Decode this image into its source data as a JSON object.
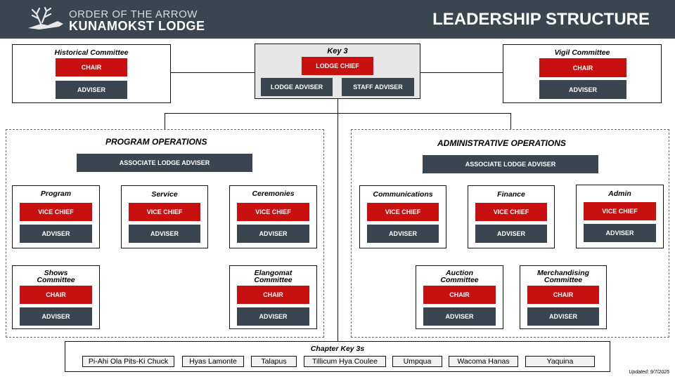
{
  "header": {
    "logo_line1": "ORDER OF THE ARROW",
    "logo_line2": "KUNAMOKST LODGE",
    "title": "LEADERSHIP STRUCTURE"
  },
  "key3": {
    "label": "Key 3",
    "chief": "LODGE CHIEF",
    "lodge_adviser": "LODGE ADVISER",
    "staff_adviser": "STAFF ADVISER"
  },
  "historical": {
    "label": "Historical Committee",
    "chair": "CHAIR",
    "adviser": "ADVISER"
  },
  "vigil": {
    "label": "Vigil Committee",
    "chair": "CHAIR",
    "adviser": "ADVISER"
  },
  "program_ops": {
    "title": "PROGRAM OPERATIONS",
    "associate": "ASSOCIATE LODGE ADVISER",
    "program": {
      "label": "Program",
      "vice_chief": "VICE CHIEF",
      "adviser": "ADVISER"
    },
    "service": {
      "label": "Service",
      "vice_chief": "VICE CHIEF",
      "adviser": "ADVISER"
    },
    "ceremonies": {
      "label": "Ceremonies",
      "vice_chief": "VICE CHIEF",
      "adviser": "ADVISER"
    },
    "shows": {
      "label_line1": "Shows",
      "label_line2": "Committee",
      "chair": "CHAIR",
      "adviser": "ADVISER"
    },
    "elangomat": {
      "label_line1": "Elangomat",
      "label_line2": "Committee",
      "chair": "CHAIR",
      "adviser": "ADVISER"
    }
  },
  "admin_ops": {
    "title": "ADMINISTRATIVE OPERATIONS",
    "associate": "ASSOCIATE LODGE ADVISER",
    "communications": {
      "label": "Communications",
      "vice_chief": "VICE CHIEF",
      "adviser": "ADVISER"
    },
    "finance": {
      "label": "Finance",
      "vice_chief": "VICE CHIEF",
      "adviser": "ADVISER"
    },
    "admin": {
      "label": "Admin",
      "vice_chief": "VICE CHIEF",
      "adviser": "ADVISER"
    },
    "auction": {
      "label_line1": "Auction",
      "label_line2": "Committee",
      "chair": "CHAIR",
      "adviser": "ADVISER"
    },
    "merch": {
      "label_line1": "Merchandising",
      "label_line2": "Committee",
      "chair": "CHAIR",
      "adviser": "ADVISER"
    }
  },
  "chapters": {
    "title": "Chapter Key 3s",
    "items": [
      "Pi-Ahi Ola Pits-Ki Chuck",
      "Hyas Lamonte",
      "Talapus",
      "Tillicum Hya Coulee",
      "Umpqua",
      "Wacoma Hanas",
      "Yaquina"
    ]
  },
  "updated": "Updated: 9/7/2025",
  "colors": {
    "header_bg": "#3a4550",
    "chair_red": "#c81010",
    "adviser_dark": "#3a4550",
    "key3_bg": "#e6e6e6"
  }
}
